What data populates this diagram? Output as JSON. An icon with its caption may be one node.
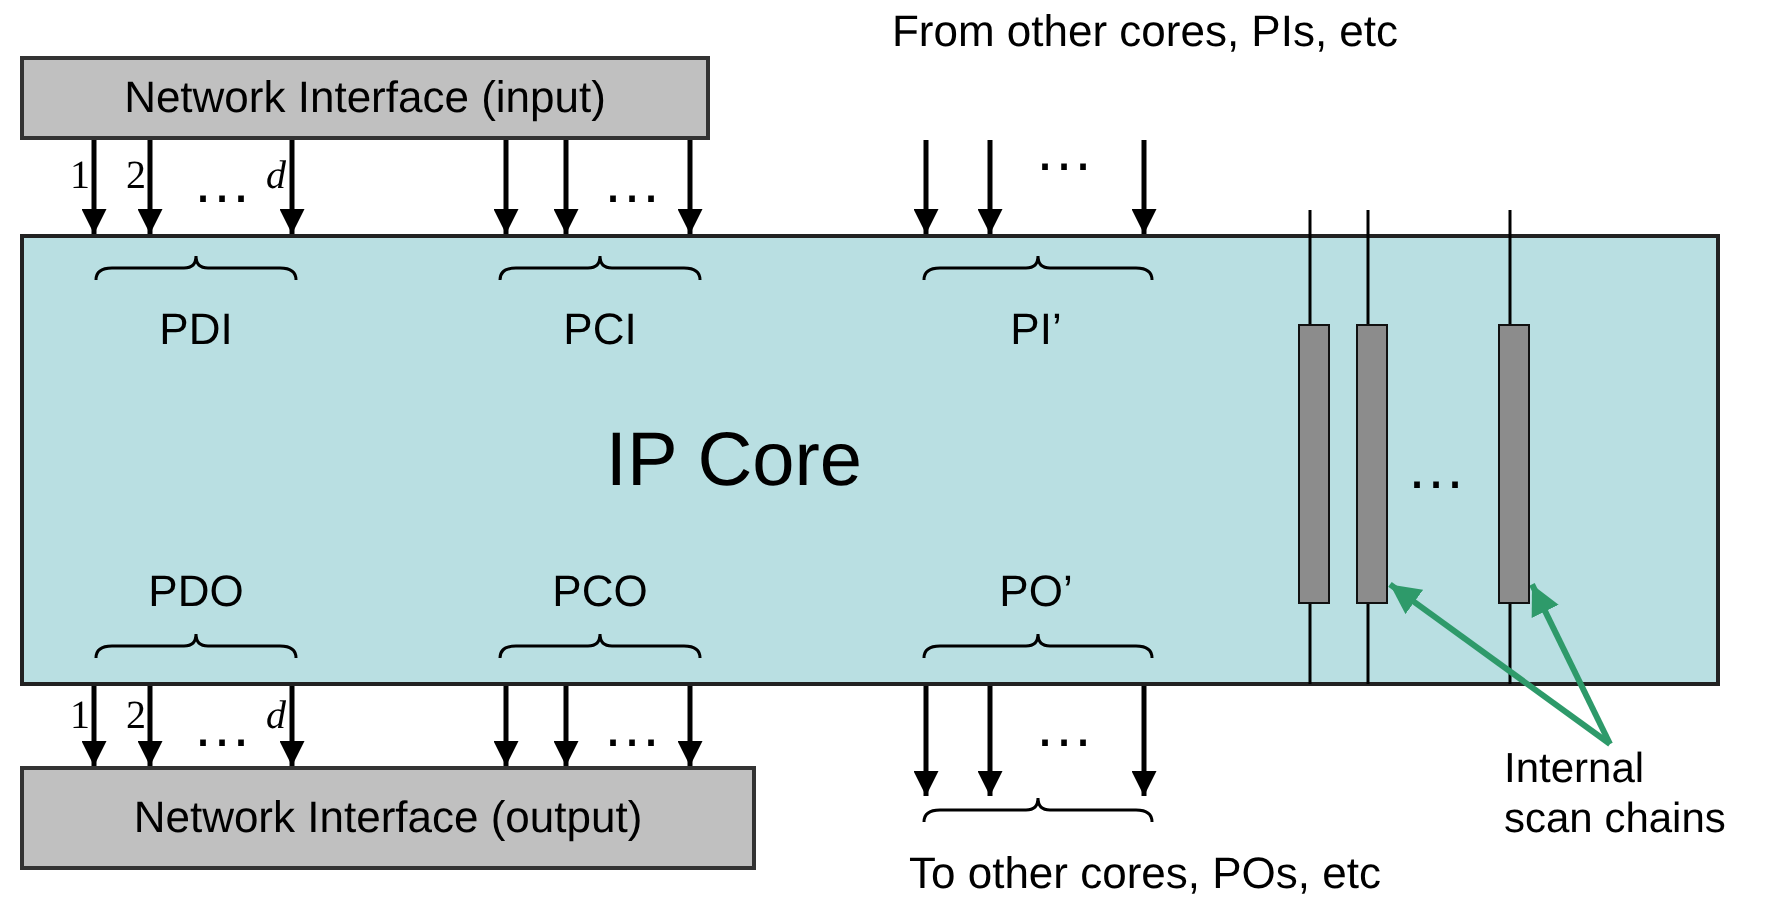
{
  "diagram": {
    "nodes": [
      {
        "text": [
          "Network Interface (input)"
        ]
      },
      {
        "text": [
          "From other cores, PIs, etc"
        ]
      },
      {
        "text": [
          "IP Core"
        ]
      },
      {
        "text": [],
        "shape": "bar",
        "in": 2
      },
      {
        "text": [],
        "shape": "bar",
        "in": 2
      },
      {
        "text": [],
        "shape": "bar",
        "in": 2
      },
      {
        "text": [
          "Network Interface (output)"
        ]
      },
      {
        "text": [
          "To other cores, POs, etc"
        ]
      },
      {
        "text": [
          "Internal scan chains"
        ]
      }
    ],
    "edges": [
      {
        "from": 0,
        "to": 2,
        "arrow": "to"
      },
      {
        "from": 0,
        "to": 2,
        "arrow": "to"
      },
      {
        "from": 0,
        "to": 2,
        "arrow": "to"
      },
      {
        "from": 0,
        "to": 2,
        "arrow": "to"
      },
      {
        "from": 0,
        "to": 2,
        "arrow": "to"
      },
      {
        "from": 0,
        "to": 2,
        "arrow": "to"
      },
      {
        "from": 1,
        "to": 2,
        "arrow": "to"
      },
      {
        "from": 1,
        "to": 2,
        "arrow": "to"
      },
      {
        "from": 1,
        "to": 2,
        "arrow": "to"
      },
      {
        "from": 2,
        "to": 6,
        "arrow": "to"
      },
      {
        "from": 2,
        "to": 6,
        "arrow": "to"
      },
      {
        "from": 2,
        "to": 6,
        "arrow": "to"
      },
      {
        "from": 2,
        "to": 6,
        "arrow": "to"
      },
      {
        "from": 2,
        "to": 6,
        "arrow": "to"
      },
      {
        "from": 2,
        "to": 6,
        "arrow": "to"
      },
      {
        "from": 2,
        "to": 7,
        "arrow": "to"
      },
      {
        "from": 2,
        "to": 7,
        "arrow": "to"
      },
      {
        "from": 2,
        "to": 7,
        "arrow": "to"
      },
      {
        "from": null,
        "to": 3,
        "arrow": "none"
      },
      {
        "from": null,
        "to": 4,
        "arrow": "none"
      },
      {
        "from": null,
        "to": 5,
        "arrow": "none"
      },
      {
        "from": 3,
        "to": null,
        "arrow": "none"
      },
      {
        "from": 4,
        "to": null,
        "arrow": "none"
      },
      {
        "from": 5,
        "to": null,
        "arrow": "none"
      },
      {
        "from": 8,
        "to": 4,
        "arrow": "to",
        "color": "#2e9a6a"
      },
      {
        "from": 8,
        "to": 5,
        "arrow": "to",
        "color": "#2e9a6a"
      }
    ],
    "labels": [
      "1",
      "2",
      "d",
      "…",
      "…",
      "…",
      "PDI",
      "PCI",
      "PI’",
      "…",
      "PDO",
      "PCO",
      "PO’",
      "1",
      "2",
      "d",
      "…",
      "…",
      "…"
    ]
  }
}
